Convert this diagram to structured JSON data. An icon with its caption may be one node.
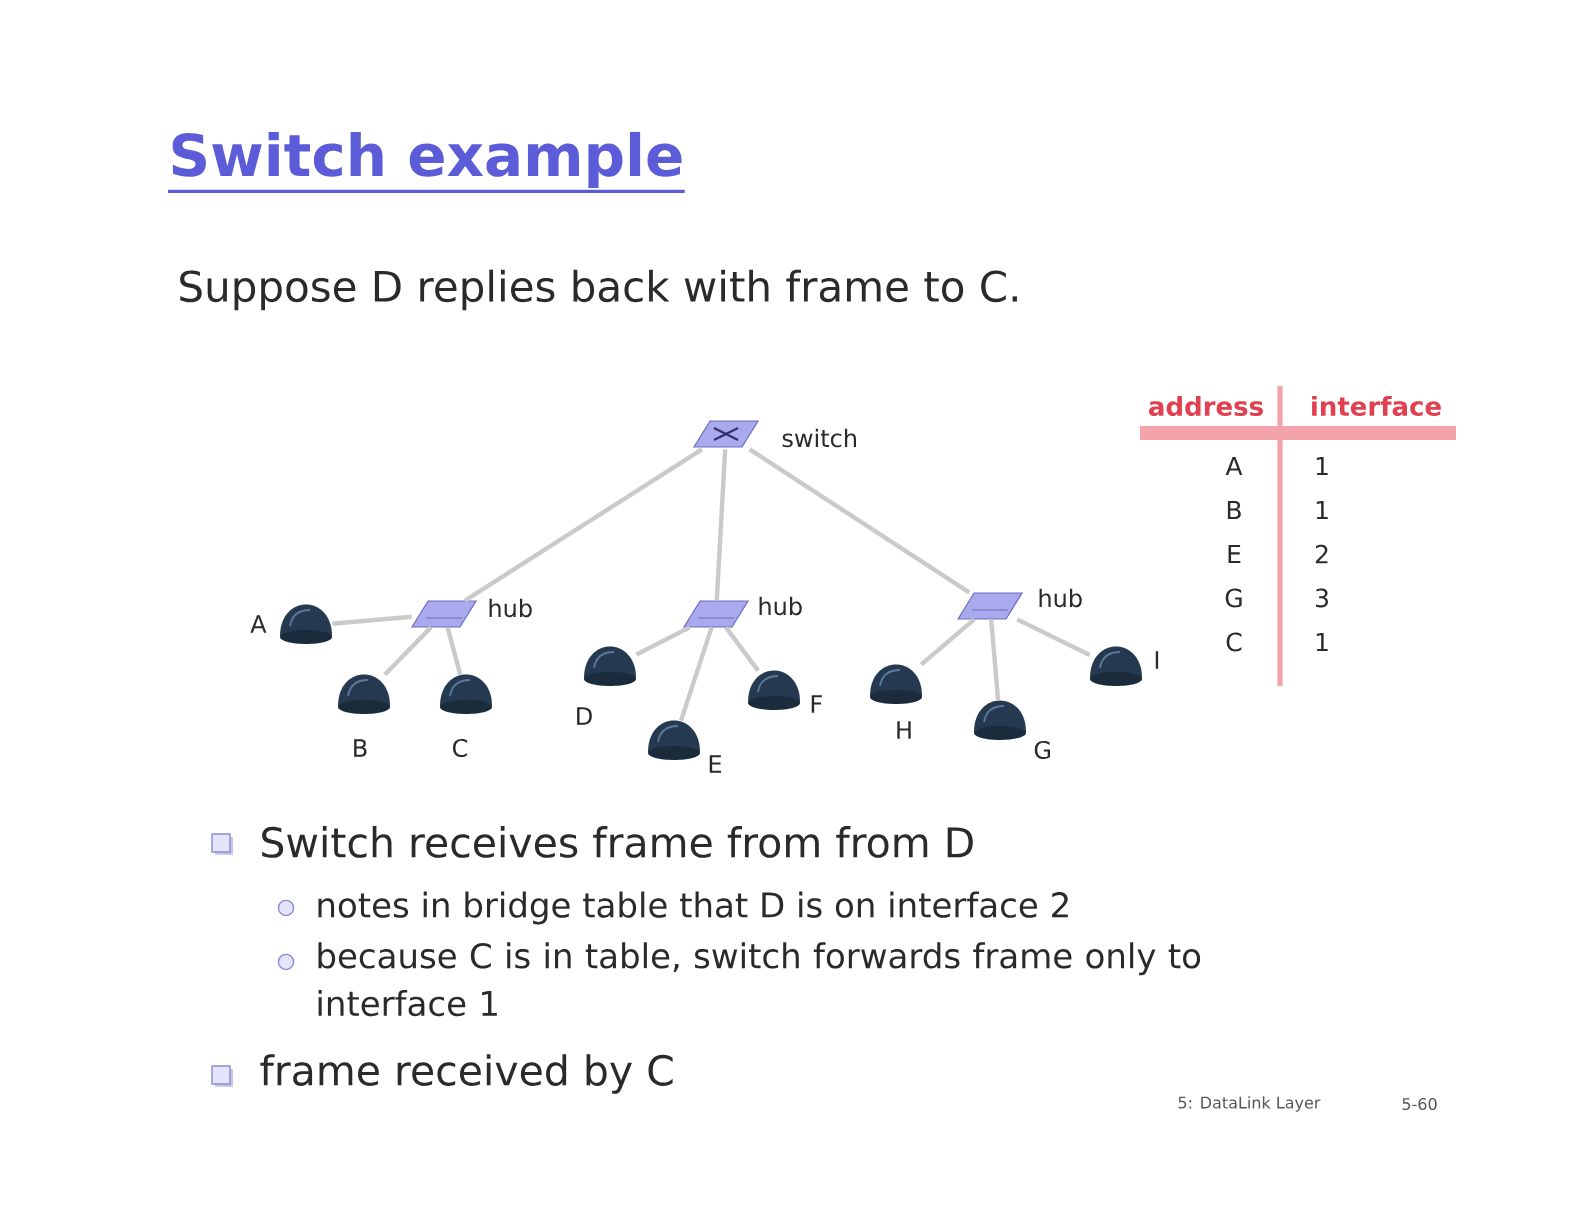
{
  "diagram": {
    "title": "Switch example",
    "nodes": [
      {
        "text": [],
        "shape": "picture",
        "beside": [
          "switch"
        ]
      },
      {
        "text": [],
        "shape": "picture",
        "beside": [
          "hub"
        ]
      },
      {
        "text": [],
        "shape": "picture",
        "beside": [
          "A"
        ]
      },
      {
        "text": [],
        "shape": "picture",
        "beside": [
          "B"
        ]
      },
      {
        "text": [],
        "shape": "picture",
        "beside": [
          "C"
        ]
      },
      {
        "text": [],
        "shape": "picture",
        "beside": [
          "hub"
        ]
      },
      {
        "text": [],
        "shape": "picture",
        "beside": [
          "D"
        ]
      },
      {
        "text": [],
        "shape": "picture",
        "beside": [
          "E"
        ]
      },
      {
        "text": [],
        "shape": "picture",
        "beside": [
          "F"
        ]
      },
      {
        "text": [],
        "shape": "picture",
        "beside": [
          "hub"
        ]
      },
      {
        "text": [],
        "shape": "picture",
        "beside": [
          "H"
        ]
      },
      {
        "text": [],
        "shape": "picture",
        "beside": [
          "G"
        ]
      },
      {
        "text": [],
        "shape": "picture",
        "beside": [
          "I"
        ]
      }
    ],
    "edges": [
      {
        "from": 0,
        "to": 1,
        "arrow": "none"
      },
      {
        "from": 0,
        "to": 5,
        "arrow": "none"
      },
      {
        "from": 0,
        "to": 9,
        "arrow": "none"
      },
      {
        "from": 1,
        "to": 2,
        "arrow": "none"
      },
      {
        "from": 1,
        "to": 3,
        "arrow": "none"
      },
      {
        "from": 1,
        "to": 4,
        "arrow": "none"
      },
      {
        "from": 5,
        "to": 6,
        "arrow": "none"
      },
      {
        "from": 5,
        "to": 7,
        "arrow": "none"
      },
      {
        "from": 5,
        "to": 8,
        "arrow": "none"
      },
      {
        "from": 9,
        "to": 10,
        "arrow": "none"
      },
      {
        "from": 9,
        "to": 11,
        "arrow": "none"
      },
      {
        "from": 9,
        "to": 12,
        "arrow": "none"
      }
    ],
    "labels": [
      "Suppose D replies back with frame to C.",
      "address",
      "interface",
      "A",
      "1",
      "B",
      "1",
      "E",
      "2",
      "G",
      "3",
      "C",
      "1",
      "Switch receives frame from from D",
      "notes in bridge table that D is on interface 2",
      "because C is in table, switch forwards frame only to interface 1",
      "frame received by C",
      "5: DataLink Layer",
      "5-60"
    ]
  }
}
